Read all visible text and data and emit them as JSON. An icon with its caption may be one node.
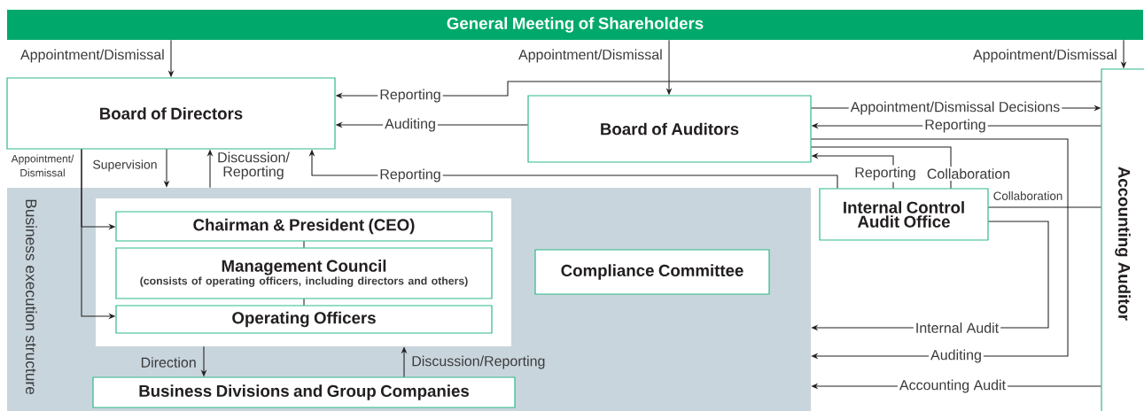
{
  "diagram": {
    "nodes": [
      {
        "text": [
          "General Meeting of Shareholders"
        ]
      },
      {
        "text": [
          "Board of Directors"
        ]
      },
      {
        "text": [
          "Board of Auditors"
        ]
      },
      {
        "text": [
          "Accounting Auditor"
        ]
      },
      {
        "text": [
          "Business execution structure"
        ]
      },
      {
        "text": [],
        "shape": "box",
        "in": 4
      },
      {
        "text": [
          "Chairman & President (CEO)"
        ],
        "in": 5
      },
      {
        "text": [
          "Management Council",
          "(consists of operating officers, including directors and others)"
        ],
        "in": 5
      },
      {
        "text": [
          "Operating Officers"
        ],
        "in": 5
      },
      {
        "text": [
          "Internal Control Audit Office"
        ]
      },
      {
        "text": [
          "Compliance Committee"
        ],
        "in": 4
      },
      {
        "text": [
          "Business Divisions and Group Companies"
        ],
        "in": 4
      }
    ],
    "edges": [
      {
        "from": 0,
        "to": 1,
        "arrow": "to",
        "label": "Appointment/Dismissal"
      },
      {
        "from": 0,
        "to": 2,
        "arrow": "to",
        "label": "Appointment/Dismissal"
      },
      {
        "from": 0,
        "to": 3,
        "arrow": "to",
        "label": "Appointment/Dismissal"
      },
      {
        "from": 3,
        "to": 1,
        "arrow": "to",
        "label": "Reporting"
      },
      {
        "from": 2,
        "to": 1,
        "arrow": "to",
        "label": "Auditing"
      },
      {
        "from": 2,
        "to": 3,
        "arrow": "to",
        "label": "Appointment/Dismissal Decisions"
      },
      {
        "from": 3,
        "to": 2,
        "arrow": "to",
        "label": "Reporting"
      },
      {
        "from": 1,
        "to": 4,
        "arrow": "to",
        "label": "Supervision"
      },
      {
        "from": 4,
        "to": 1,
        "arrow": "to",
        "label": "Discussion/ Reporting"
      },
      {
        "from": 1,
        "to": 6,
        "arrow": "to",
        "label": "Appointment/ Dismissal"
      },
      {
        "from": 1,
        "to": 8,
        "arrow": "to"
      },
      {
        "from": 9,
        "to": 1,
        "arrow": "to",
        "label": "Reporting"
      },
      {
        "from": 9,
        "to": 2,
        "arrow": "to",
        "label": "Reporting"
      },
      {
        "from": 2,
        "to": 9,
        "arrow": "none",
        "label": "Collaboration"
      },
      {
        "from": 9,
        "to": 3,
        "arrow": "none",
        "label": "Collaboration"
      },
      {
        "from": 6,
        "to": 7,
        "arrow": "none"
      },
      {
        "from": 7,
        "to": 8,
        "arrow": "none"
      },
      {
        "from": 5,
        "to": 11,
        "arrow": "to",
        "label": "Direction"
      },
      {
        "from": 11,
        "to": 5,
        "arrow": "to",
        "label": "Discussion/Reporting"
      },
      {
        "from": 9,
        "to": 4,
        "arrow": "to",
        "label": "Internal Audit"
      },
      {
        "from": 2,
        "to": 4,
        "arrow": "to",
        "label": "Auditing"
      },
      {
        "from": 3,
        "to": 4,
        "arrow": "to",
        "label": "Accounting Audit"
      }
    ]
  }
}
